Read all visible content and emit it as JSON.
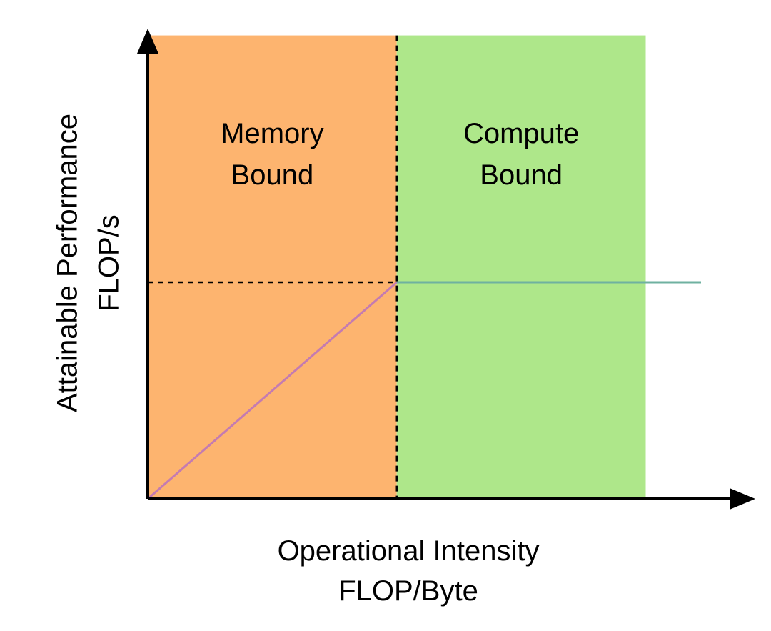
{
  "chart_data": {
    "type": "line",
    "title": "",
    "xlabel_lines": [
      "Operational Intensity",
      "FLOP/Byte"
    ],
    "ylabel_lines": [
      "Attainable Performance",
      "FLOP/s"
    ],
    "x_ticks": [],
    "y_ticks": [],
    "xlim": [
      0,
      1
    ],
    "ylim": [
      0,
      1
    ],
    "regions": [
      {
        "label_lines": [
          "Memory",
          "Bound"
        ],
        "x_range": [
          0,
          0.45
        ],
        "color": "#fdb46f"
      },
      {
        "label_lines": [
          "Compute",
          "Bound"
        ],
        "x_range": [
          0.45,
          0.9
        ],
        "color": "#aee78a"
      }
    ],
    "series": [
      {
        "x": [
          0,
          0.45
        ],
        "y": [
          0,
          0.5
        ],
        "color": "#c47bb1"
      },
      {
        "x": [
          0.45,
          1.0
        ],
        "y": [
          0.5,
          0.5
        ],
        "color": "#6fb1a0"
      }
    ],
    "ridge_point": {
      "x": 0.45,
      "y": 0.5
    },
    "ymax_region": 1.07,
    "grid": false,
    "axis_color": "#000000",
    "guide_color": "#000000"
  }
}
